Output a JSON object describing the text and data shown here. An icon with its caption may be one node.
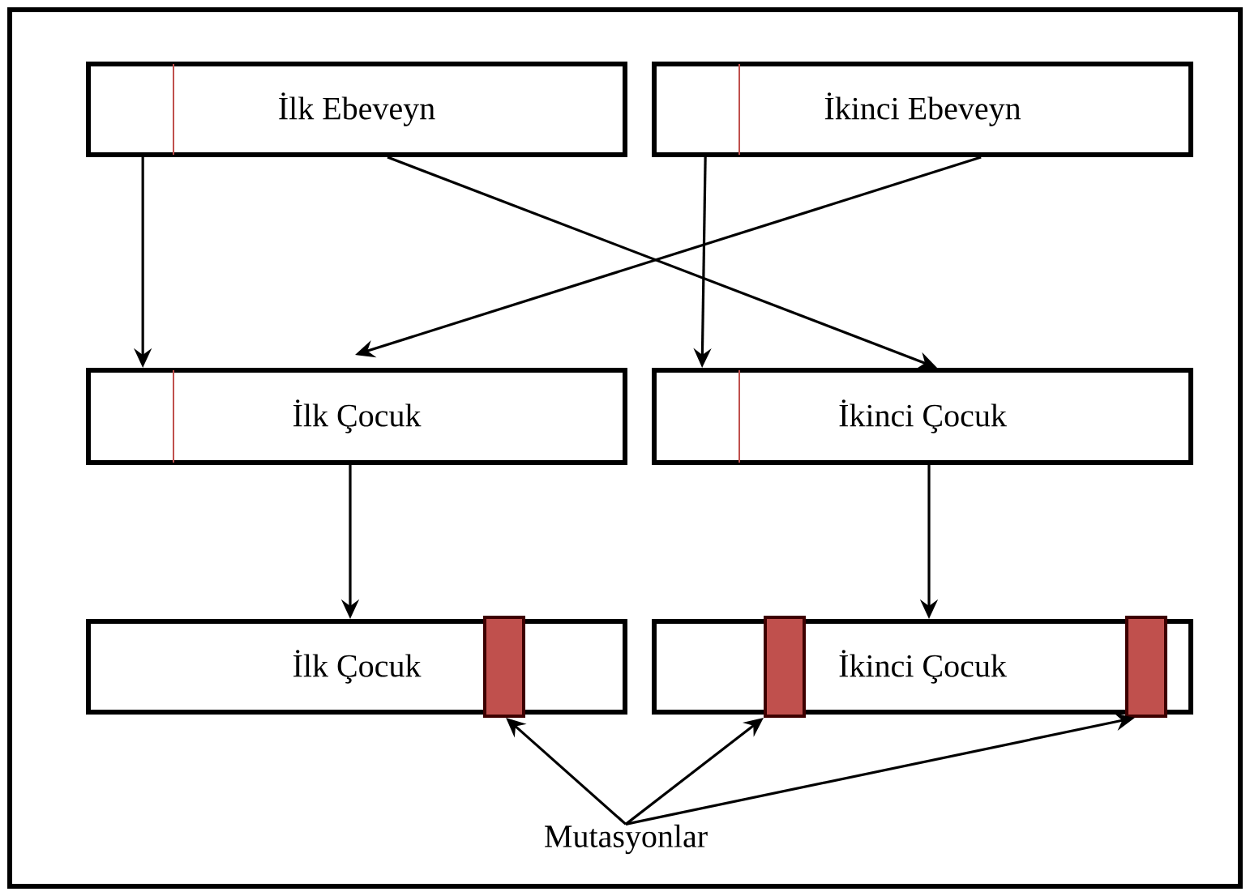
{
  "diagram": {
    "nodes": [
      {
        "text": [
          "İlk Ebeveyn"
        ]
      },
      {
        "text": [
          "İkinci Ebeveyn"
        ]
      },
      {
        "text": [
          "İlk Çocuk"
        ]
      },
      {
        "text": [
          "İkinci Çocuk"
        ]
      },
      {
        "text": [
          "İlk Çocuk"
        ]
      },
      {
        "text": [
          "İkinci Çocuk"
        ]
      },
      {
        "text": [],
        "shape": "bar",
        "in": 4
      },
      {
        "text": [],
        "shape": "bar",
        "in": 5
      },
      {
        "text": [],
        "shape": "bar",
        "in": 5
      },
      {
        "text": [
          "Mutasyonlar"
        ]
      }
    ],
    "edges": [
      {
        "from": 0,
        "to": 2,
        "arrow": "to"
      },
      {
        "from": 0,
        "to": 3,
        "arrow": "to"
      },
      {
        "from": 1,
        "to": 2,
        "arrow": "to"
      },
      {
        "from": 1,
        "to": 3,
        "arrow": "to"
      },
      {
        "from": 2,
        "to": 4,
        "arrow": "to"
      },
      {
        "from": 3,
        "to": 5,
        "arrow": "to"
      },
      {
        "from": 9,
        "to": 6,
        "arrow": "to"
      },
      {
        "from": 9,
        "to": 7,
        "arrow": "to"
      },
      {
        "from": 9,
        "to": 8,
        "arrow": "to"
      }
    ]
  }
}
